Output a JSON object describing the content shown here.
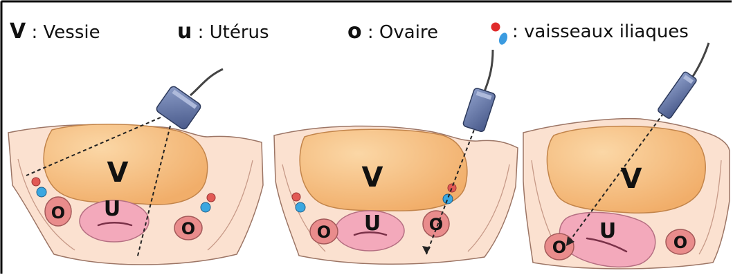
{
  "legend": {
    "bladder_key": "V",
    "bladder_text": ": Vessie",
    "uterus_key": "u",
    "uterus_text": ": Utérus",
    "ovary_key": "o",
    "ovary_text": ": Ovaire",
    "vessels_text": ": vaisseaux iliaques"
  },
  "panels": [
    {
      "bladder": "V",
      "uterus": "U",
      "ovary_left": "O",
      "ovary_right": "O"
    },
    {
      "bladder": "V",
      "uterus": "U",
      "ovary_left": "O",
      "ovary_right": "O"
    },
    {
      "bladder": "V",
      "uterus": "U",
      "ovary_left": "O",
      "ovary_right": "O"
    }
  ],
  "colors": {
    "bladder": "#f5b978",
    "skin": "#fbe1d0",
    "uterus": "#f3a9bb",
    "ovary": "#e98c8c",
    "vessel_red": "#d9534f",
    "vessel_blue": "#3ba7e0",
    "probe": "#5b6e9c"
  }
}
